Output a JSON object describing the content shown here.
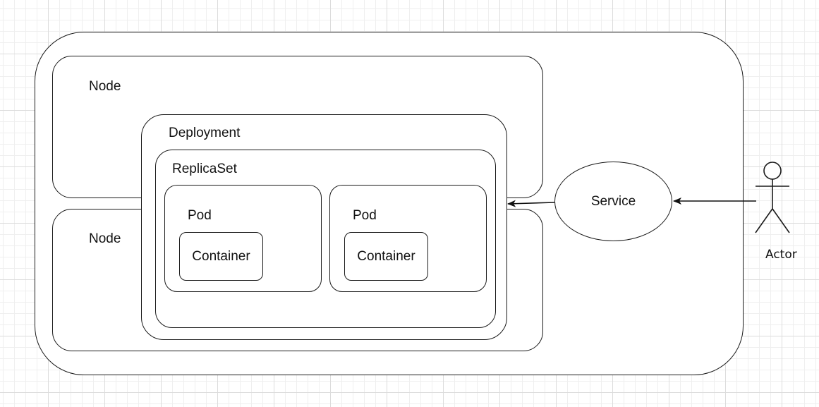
{
  "diagram": {
    "node_top_label": "Node",
    "node_bottom_label": "Node",
    "deployment_label": "Deployment",
    "replicaset_label": "ReplicaSet",
    "pods": [
      {
        "label": "Pod",
        "container_label": "Container"
      },
      {
        "label": "Pod",
        "container_label": "Container"
      }
    ],
    "service_label": "Service",
    "actor_label": "Actor"
  }
}
